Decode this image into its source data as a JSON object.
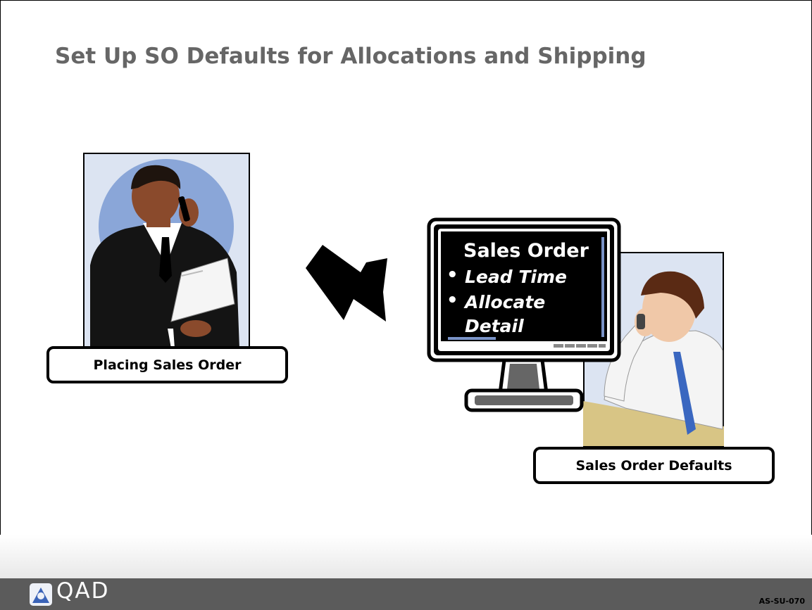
{
  "slide": {
    "title": "Set Up SO Defaults for Allocations and Shipping"
  },
  "left_scene": {
    "label": "Placing Sales Order"
  },
  "monitor": {
    "heading": "Sales Order",
    "bullets": [
      "Lead Time",
      "Allocate",
      "Detail"
    ],
    "bullet_glyph": "•"
  },
  "right_scene": {
    "label": "Sales Order Defaults"
  },
  "footer": {
    "brand": "QAD",
    "slide_code": "AS-SU-070",
    "logo_icon": "qad-logo-icon"
  },
  "colors": {
    "title": "#666666",
    "footer_bar": "#5b5b5b",
    "panel_bg": "#dce4f2",
    "accent_circle": "#8aa6d8",
    "desk": "#d8c585"
  }
}
